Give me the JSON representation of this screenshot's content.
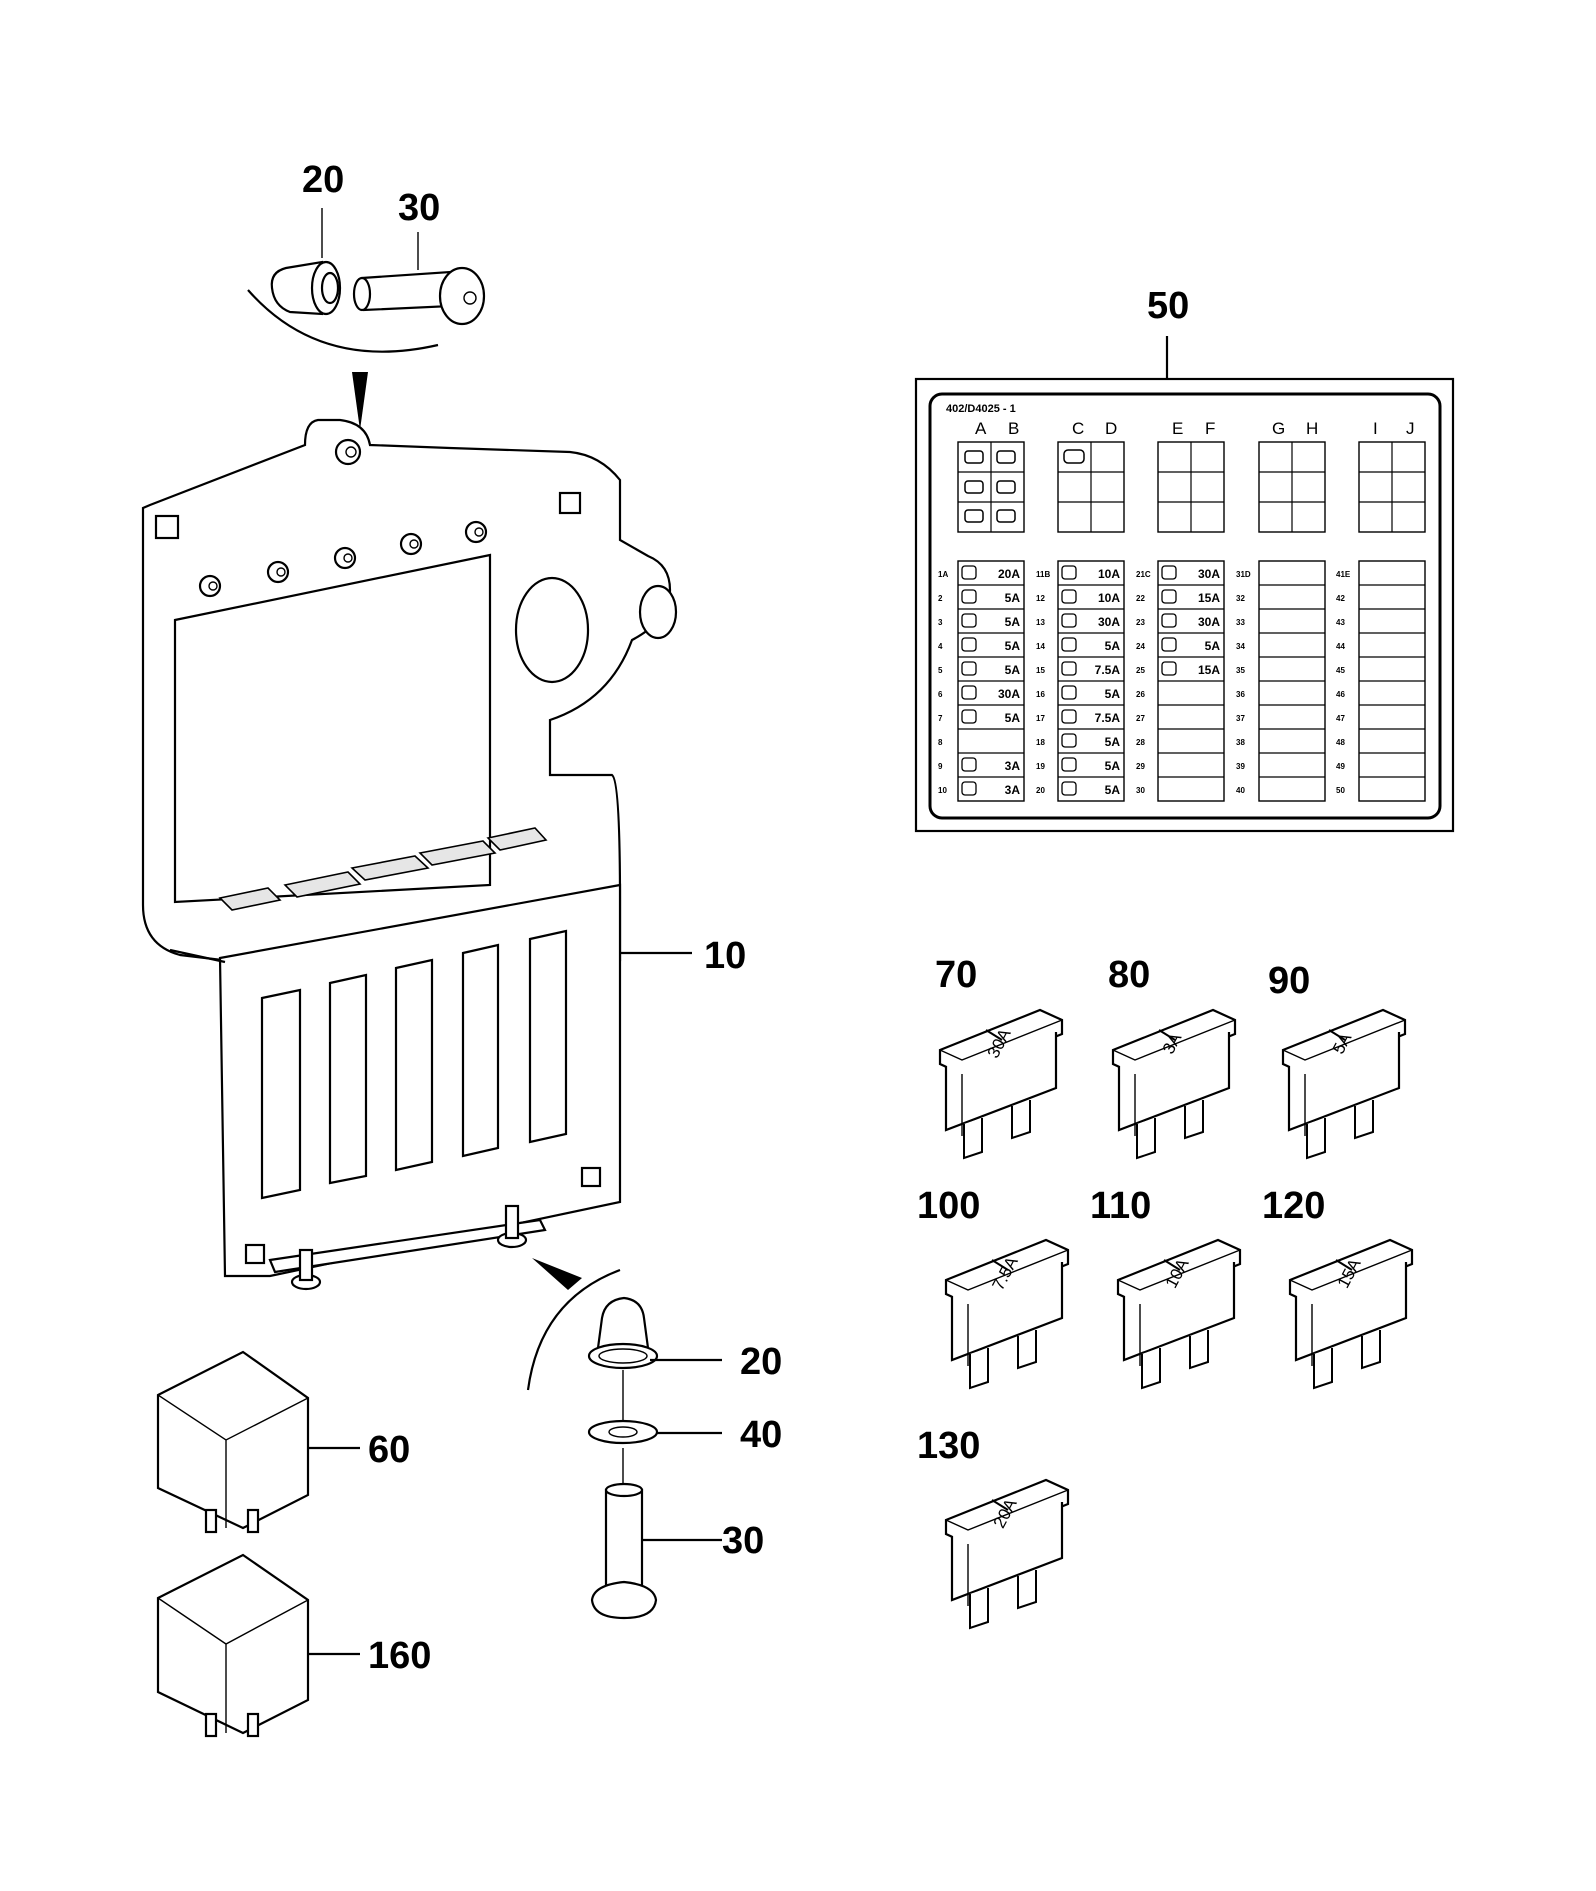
{
  "callouts": {
    "c20_top": "20",
    "c30_top": "30",
    "c50": "50",
    "c10": "10",
    "c70": "70",
    "c80": "80",
    "c90": "90",
    "c100": "100",
    "c110": "110",
    "c120": "120",
    "c130": "130",
    "c20_bot": "20",
    "c40": "40",
    "c30_bot": "30",
    "c60": "60",
    "c160": "160"
  },
  "label": {
    "code": "402/D4025 - 1",
    "columns": [
      "A",
      "B",
      "C",
      "D",
      "E",
      "F",
      "G",
      "H",
      "I",
      "J"
    ],
    "col1": [
      {
        "n": "1A",
        "amp": "20A"
      },
      {
        "n": "2",
        "amp": "5A"
      },
      {
        "n": "3",
        "amp": "5A"
      },
      {
        "n": "4",
        "amp": "5A"
      },
      {
        "n": "5",
        "amp": "5A"
      },
      {
        "n": "6",
        "amp": "30A"
      },
      {
        "n": "7",
        "amp": "5A"
      },
      {
        "n": "8",
        "amp": ""
      },
      {
        "n": "9",
        "amp": "3A"
      },
      {
        "n": "10",
        "amp": "3A"
      }
    ],
    "col2": [
      {
        "n": "11B",
        "amp": "10A"
      },
      {
        "n": "12",
        "amp": "10A"
      },
      {
        "n": "13",
        "amp": "30A"
      },
      {
        "n": "14",
        "amp": "5A"
      },
      {
        "n": "15",
        "amp": "7.5A"
      },
      {
        "n": "16",
        "amp": "5A"
      },
      {
        "n": "17",
        "amp": "7.5A"
      },
      {
        "n": "18",
        "amp": "5A"
      },
      {
        "n": "19",
        "amp": "5A"
      },
      {
        "n": "20",
        "amp": "5A"
      }
    ],
    "col3": [
      {
        "n": "21C",
        "amp": "30A"
      },
      {
        "n": "22",
        "amp": "15A"
      },
      {
        "n": "23",
        "amp": "30A"
      },
      {
        "n": "24",
        "amp": "5A"
      },
      {
        "n": "25",
        "amp": "15A"
      },
      {
        "n": "26",
        "amp": ""
      },
      {
        "n": "27",
        "amp": ""
      },
      {
        "n": "28",
        "amp": ""
      },
      {
        "n": "29",
        "amp": ""
      },
      {
        "n": "30",
        "amp": ""
      }
    ],
    "col4": [
      "31D",
      "32",
      "33",
      "34",
      "35",
      "36",
      "37",
      "38",
      "39",
      "40"
    ],
    "col5": [
      "41E",
      "42",
      "43",
      "44",
      "45",
      "46",
      "47",
      "48",
      "49",
      "50"
    ]
  },
  "fuses": {
    "f70": "30A",
    "f80": "3A",
    "f90": "5A",
    "f100": "7.5A",
    "f110": "10A",
    "f120": "15A",
    "f130": "20A"
  },
  "icons": [
    "wiper-icon",
    "horn-icon",
    "warning-triangle-icon",
    "headlamp-icon",
    "seat-icon",
    "fan-icon",
    "heater-icon",
    "music-icon",
    "defrost-icon",
    "lamp-icon"
  ]
}
